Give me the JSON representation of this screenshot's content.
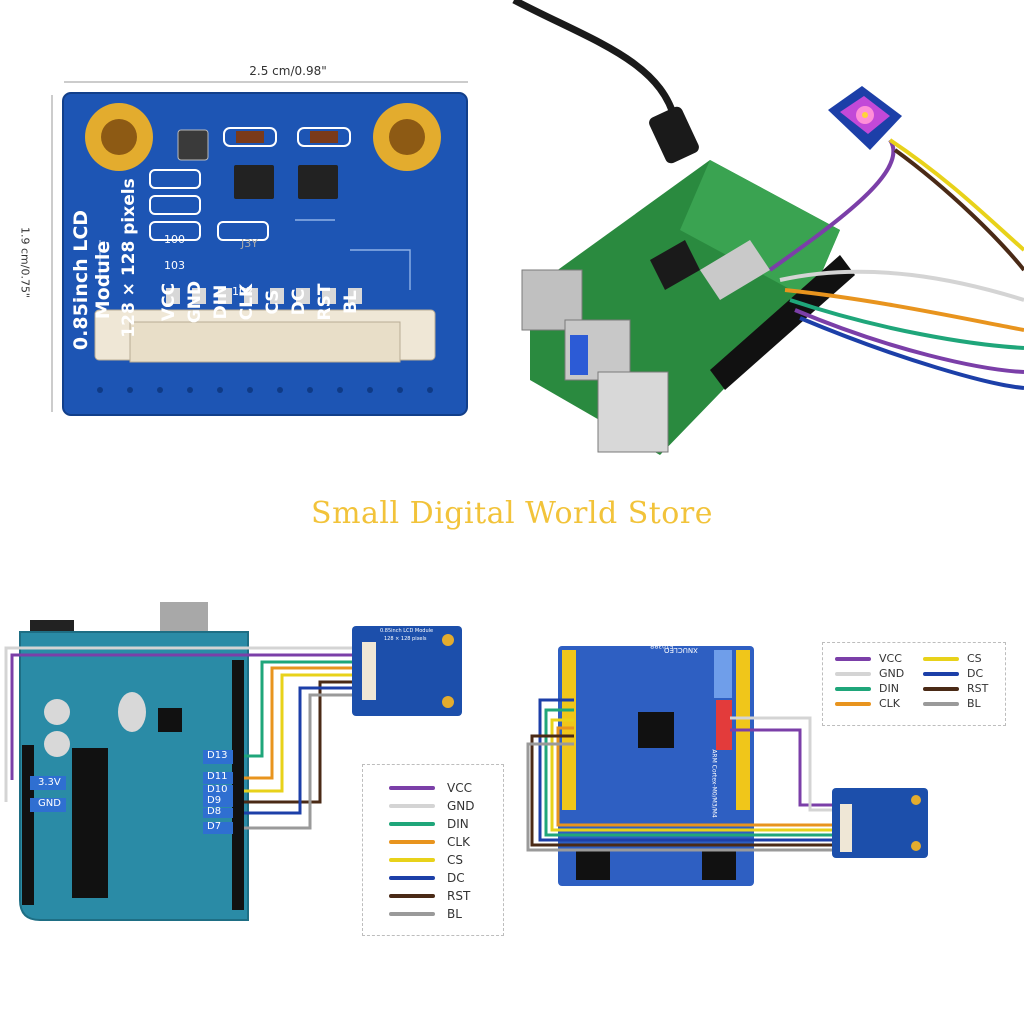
{
  "store": {
    "name": "Small Digital World Store",
    "color": "#f2c33a"
  },
  "module": {
    "title": "0.85inch LCD Module",
    "resolution": "128 × 128 pixels",
    "width_label": "2.5 cm/0.98\"",
    "height_label": "1.9 cm/0.75\"",
    "pins": [
      "VCC",
      "GND",
      "DIN",
      "CLK",
      "CS",
      "DC",
      "RST",
      "BL"
    ],
    "resistors": [
      "100",
      "103",
      "102"
    ],
    "chips": [
      "J3Y"
    ]
  },
  "small_module": {
    "title": "0.85inch LCD Module",
    "resolution": "128 × 128 pixels"
  },
  "arduino": {
    "pin_labels": [
      "3.3V",
      "GND",
      "D13",
      "D11",
      "D10",
      "D9",
      "D8",
      "D7"
    ]
  },
  "xnucleo": {
    "brand": "XNUCLEO",
    "model": "ARM Cortex-M0/M3/M4",
    "part": "F103RB"
  },
  "wires": {
    "VCC": "#7b3fa8",
    "GND": "#d4d4d4",
    "DIN": "#1fa67a",
    "CLK": "#e8941e",
    "CS": "#e8d21a",
    "DC": "#1c3fa8",
    "RST": "#4a2a16",
    "BL": "#9a9a9a"
  },
  "legend_left": [
    {
      "label": "VCC",
      "color": "#7b3fa8"
    },
    {
      "label": "GND",
      "color": "#d4d4d4"
    },
    {
      "label": "DIN",
      "color": "#1fa67a"
    },
    {
      "label": "CLK",
      "color": "#e8941e"
    },
    {
      "label": "CS",
      "color": "#e8d21a"
    },
    {
      "label": "DC",
      "color": "#1c3fa8"
    },
    {
      "label": "RST",
      "color": "#4a2a16"
    },
    {
      "label": "BL",
      "color": "#9a9a9a"
    }
  ],
  "legend_right": [
    {
      "label": "VCC",
      "color": "#7b3fa8"
    },
    {
      "label": "CS",
      "color": "#e8d21a"
    },
    {
      "label": "GND",
      "color": "#d4d4d4"
    },
    {
      "label": "DC",
      "color": "#1c3fa8"
    },
    {
      "label": "DIN",
      "color": "#1fa67a"
    },
    {
      "label": "RST",
      "color": "#4a2a16"
    },
    {
      "label": "CLK",
      "color": "#e8941e"
    },
    {
      "label": "BL",
      "color": "#9a9a9a"
    }
  ]
}
